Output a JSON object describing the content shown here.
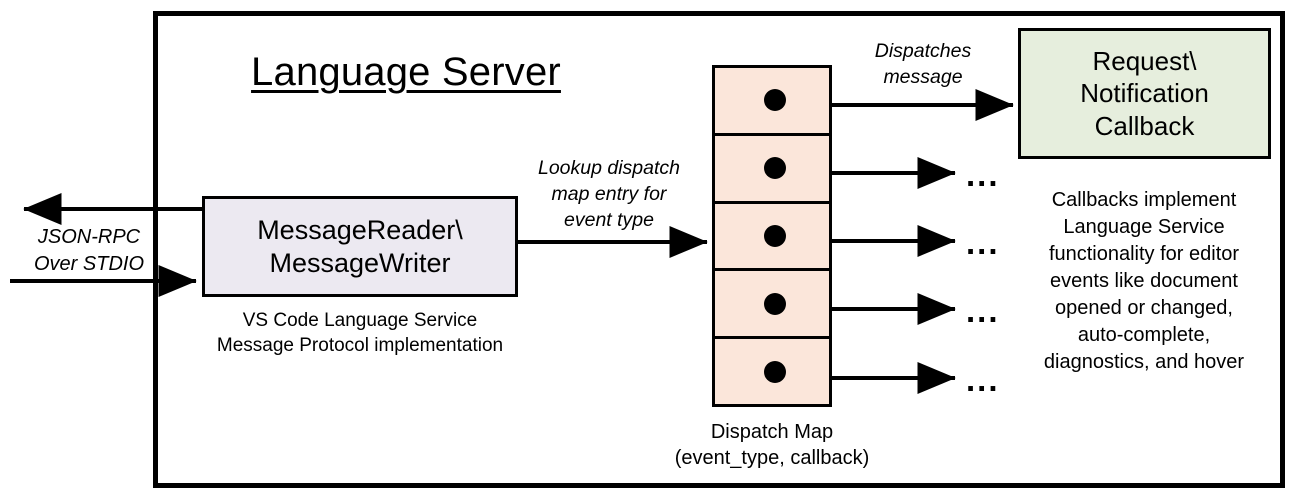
{
  "diagram": {
    "title": "Language Server",
    "outer_border_color": "#000000",
    "io_label": "JSON-RPC\nOver STDIO",
    "message_box": {
      "label": "MessageReader\\\nMessageWriter",
      "fill": "#ece9f1",
      "caption": "VS Code Language Service\nMessage Protocol implementation"
    },
    "lookup_label": "Lookup dispatch\nmap entry for\nevent type",
    "dispatch_map": {
      "fill": "#fbe6da",
      "cells": [
        {
          "id": "entry-1",
          "marker": "dot"
        },
        {
          "id": "entry-2",
          "marker": "dot"
        },
        {
          "id": "entry-3",
          "marker": "dot"
        },
        {
          "id": "entry-4",
          "marker": "dot"
        },
        {
          "id": "entry-5",
          "marker": "dot"
        }
      ],
      "caption": "Dispatch Map\n(event_type, callback)"
    },
    "dispatch_label": "Dispatches\nmessage",
    "callback_box": {
      "label": "Request\\\nNotification\nCallback",
      "fill": "#e6eedd",
      "caption": "Callbacks implement\nLanguage Service\nfunctionality for editor\nevents like document\nopened or changed,\nauto-complete,\ndiagnostics, and hover"
    },
    "ellipses": [
      "...",
      "...",
      "...",
      "..."
    ]
  }
}
